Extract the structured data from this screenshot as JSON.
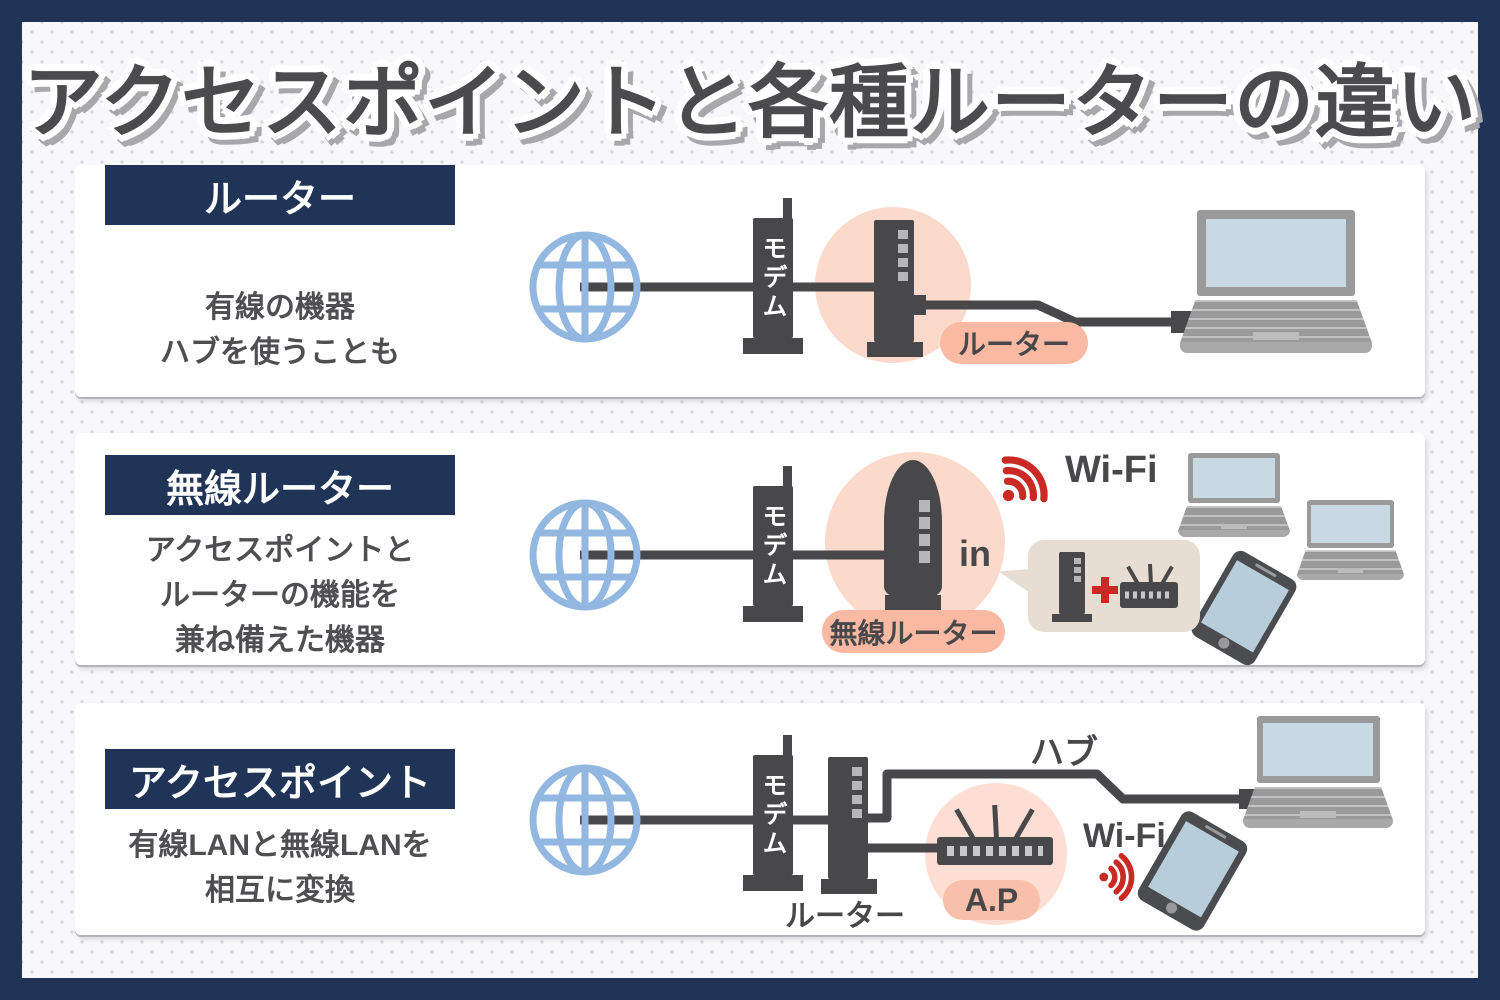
{
  "title": "アクセスポイントと各種ルーターの違い",
  "colors": {
    "frame_navy": "#1f3456",
    "device_dark_gray": "#48484b",
    "highlight_peach": "#fcdacb",
    "pill_peach": "#f9b9a2",
    "ap_pill_peach": "#f8c0aa",
    "wifi_red": "#cb2a24",
    "globe_blue": "#92b7e1",
    "callout_beige": "#e7ddd3",
    "screen_blue": "#c8d9e4"
  },
  "panels": [
    {
      "label": "ルーター",
      "description": "有線の機器\nハブを使うことも",
      "modem_label": "モデム",
      "tag": "ルーター"
    },
    {
      "label": "無線ルーター",
      "description": "アクセスポイントと\nルーターの機能を\n兼ね備えた機器",
      "modem_label": "モデム",
      "tag": "無線ルーター",
      "wifi_label": "Wi-Fi",
      "in_label": "in"
    },
    {
      "label": "アクセスポイント",
      "description": "有線LANと無線LANを\n相互に変換",
      "modem_label": "モデム",
      "router_caption": "ルーター",
      "hub_caption": "ハブ",
      "tag": "A.P",
      "wifi_label": "Wi-Fi"
    }
  ]
}
